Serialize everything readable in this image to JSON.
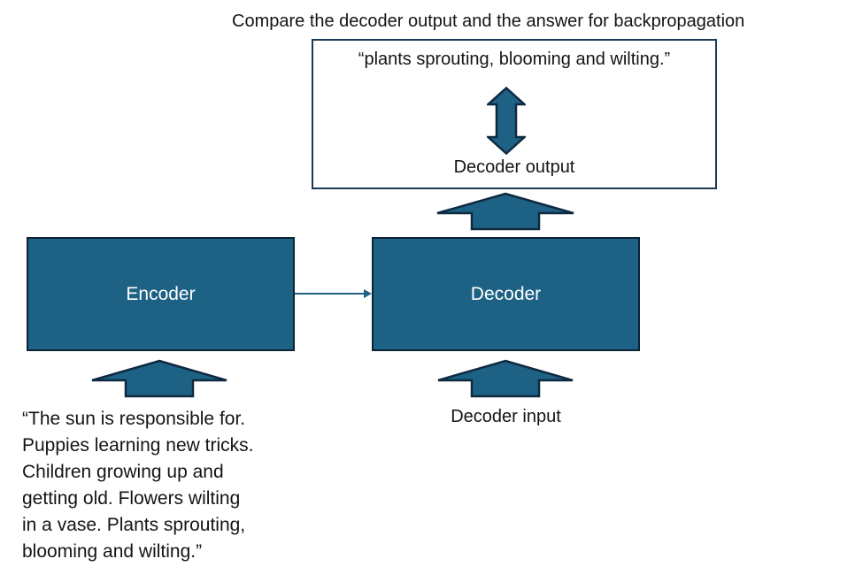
{
  "title": "Compare the decoder output and the answer for backpropagation",
  "comparison_panel": {
    "answer_text": "“plants sprouting, blooming and wilting.”",
    "decoder_output_label": "Decoder output"
  },
  "encoder": {
    "label": "Encoder",
    "input_text": "“The sun is responsible for.\nPuppies learning new tricks.\nChildren growing up and\ngetting old. Flowers wilting\nin a vase. Plants sprouting,\nblooming and wilting.”"
  },
  "decoder": {
    "label": "Decoder",
    "input_label": "Decoder input"
  },
  "colors": {
    "shape_fill": "#1D6284",
    "shape_stroke": "#0F2940",
    "node_border": "#0D2335",
    "panel_border": "#1A3A55",
    "text": "#141414",
    "node_text": "#FFFFFF"
  }
}
